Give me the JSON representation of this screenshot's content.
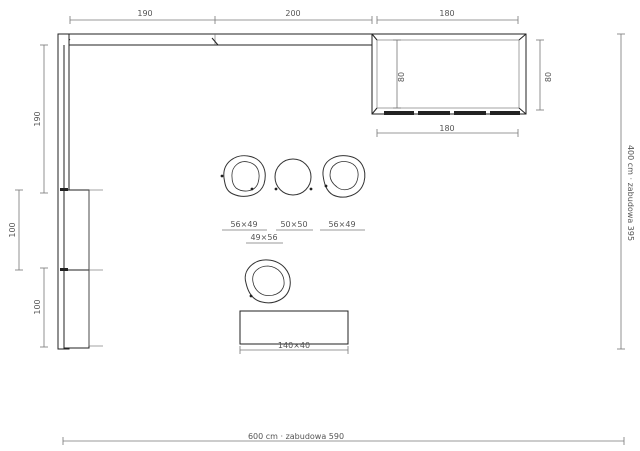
{
  "dimensions": {
    "top_left": "190",
    "top_mid": "200",
    "top_right": "180",
    "right_unit_depth": "80",
    "right_unit_depth_outer": "80",
    "right_unit_width_bottom": "180",
    "left_top": "190",
    "left_mid": "100",
    "left_bottom": "100",
    "overall_width": "600 cm · zabudowa 590",
    "overall_height": "400 cm · zabudowa 395"
  },
  "furniture": {
    "chair_left": "56×49",
    "stool_center": "50×50",
    "chair_right": "56×49",
    "chair_lower": "49×56",
    "table": "140×40"
  },
  "colors": {
    "line": "#222222",
    "dimension": "#777777",
    "text": "#555555"
  }
}
